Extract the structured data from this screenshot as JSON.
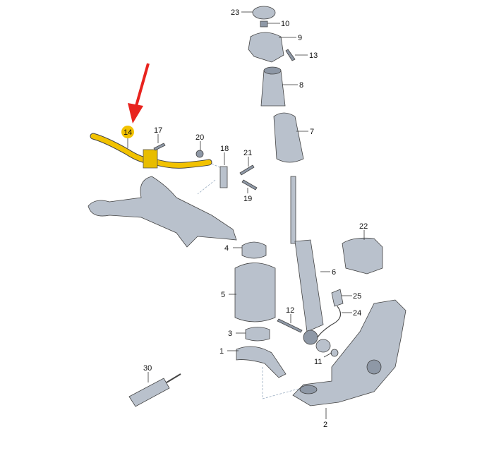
{
  "diagram": {
    "highlight_color": "#f2c200",
    "arrow_color": "#e8231e",
    "highlighted_part": "14",
    "labels": {
      "p23": "23",
      "p10": "10",
      "p9": "9",
      "p13": "13",
      "p8": "8",
      "p7": "7",
      "p14": "14",
      "p17": "17",
      "p20": "20",
      "p18": "18",
      "p21": "21",
      "p19": "19",
      "p22": "22",
      "p4": "4",
      "p6": "6",
      "p5": "5",
      "p25": "25",
      "p12": "12",
      "p24": "24",
      "p3": "3",
      "p1": "1",
      "p11": "11",
      "p30": "30",
      "p2": "2"
    }
  }
}
